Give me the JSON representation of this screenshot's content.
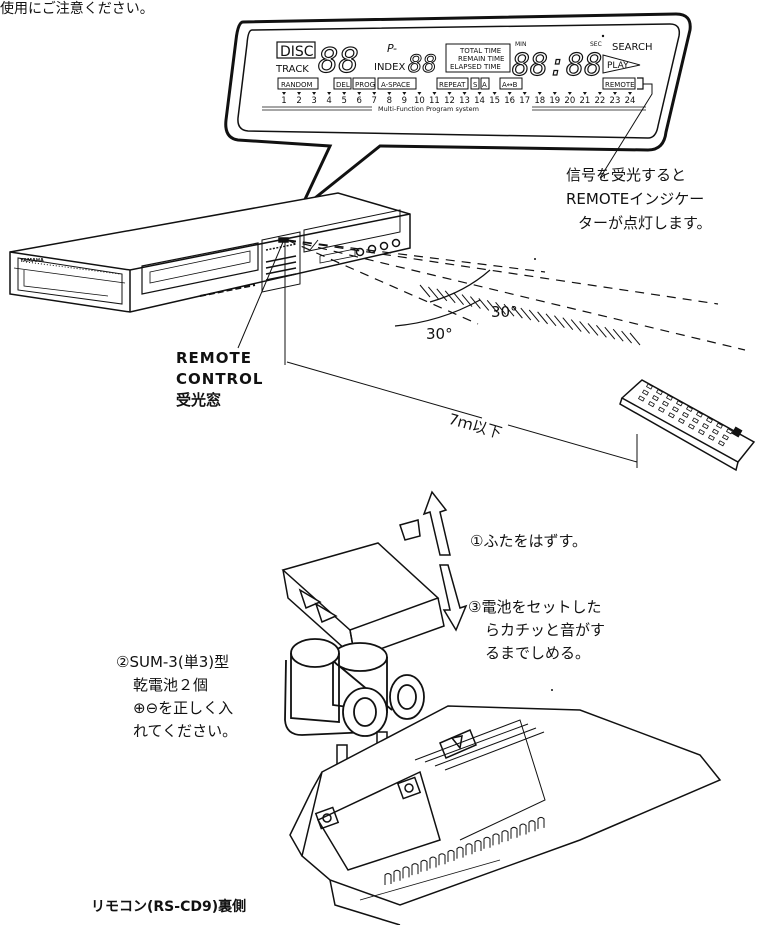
{
  "header_fragment": "使用にご注意ください。",
  "display": {
    "disc": "DISC",
    "track": "TRACK",
    "p": "P-",
    "index": "INDEX",
    "total_time": "TOTAL TIME",
    "remain_time": "REMAIN TIME",
    "elapsed_time": "ELAPSED TIME",
    "min": "MIN",
    "sec": "SEC",
    "search": "SEARCH",
    "play": "PLAY",
    "random": "RANDOM",
    "del": "DEL",
    "prog": "PROG",
    "a_space": "A-SPACE",
    "repeat": "REPEAT",
    "repeat_s": "S",
    "repeat_a": "A",
    "a_b": "A↔B",
    "remote": "REMOTE",
    "numbers": [
      "1",
      "2",
      "3",
      "4",
      "5",
      "6",
      "7",
      "8",
      "9",
      "10",
      "11",
      "12",
      "13",
      "14",
      "15",
      "16",
      "17",
      "18",
      "19",
      "20",
      "21",
      "22",
      "23",
      "24"
    ],
    "multi_function": "Multi-Function Program system",
    "digits_track": "88",
    "digits_index": "88",
    "digits_time": "88:88"
  },
  "labels": {
    "remote_indicator": [
      "信号を受光すると",
      "REMOTEインジケー",
      "ターが点灯します。"
    ],
    "sensor": [
      "REMOTE",
      "CONTROL",
      "受光窓"
    ],
    "angle_upper": "30°",
    "angle_lower": "30°",
    "distance": "7ｍ以下",
    "brand": "YAMAHA",
    "step1": "①ふたをはずす。",
    "step3": [
      "③電池をセットした",
      "らカチッと音がす",
      "るまでしめる。"
    ],
    "step2": [
      "②SUM-3(単3)型",
      "乾電池２個",
      "⊕⊖を正しく入",
      "れてください。"
    ],
    "caption": "リモコン(RS-CD9)裏側"
  }
}
